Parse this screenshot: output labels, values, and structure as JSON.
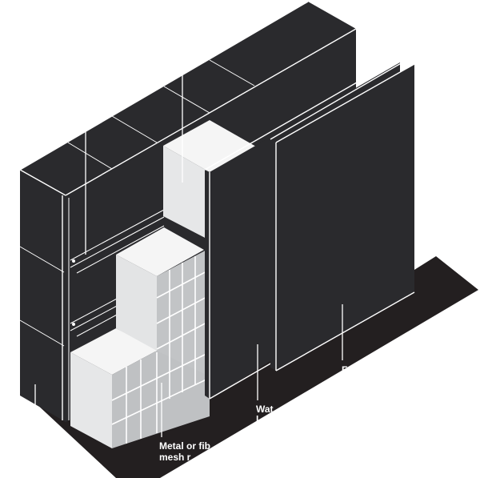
{
  "colors": {
    "panel": "#2a2a2d",
    "ground": "#231f20",
    "foam_light": "#f3f3f3",
    "foam_mid": "#d9dadb",
    "foam_dark": "#b9bbbd",
    "line": "#ffffff"
  },
  "callouts": {
    "mesh_line1": "Metal or fib",
    "mesh_line2": "mesh r",
    "water_line1": "Wat",
    "water_line2": "l",
    "right_line1": "F"
  }
}
